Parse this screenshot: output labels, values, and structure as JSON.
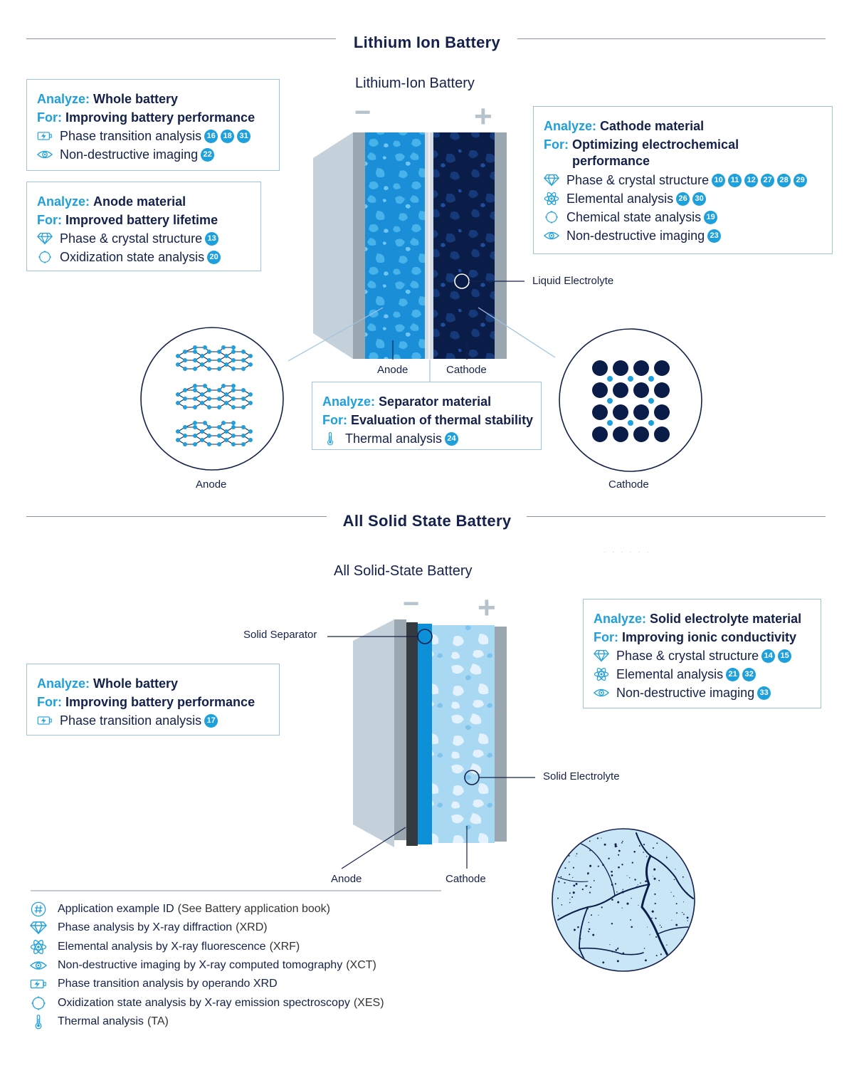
{
  "sections": {
    "li_ion": {
      "title": "Lithium Ion Battery",
      "subtitle": "Lithium-Ion Battery"
    },
    "solid": {
      "title": "All Solid State Battery",
      "subtitle": "All Solid-State Battery"
    }
  },
  "terminals": {
    "minus": "−",
    "plus": "+"
  },
  "li_boxes": {
    "whole": {
      "analyze_label": "Analyze:",
      "analyze_value": "Whole battery",
      "for_label": "For:",
      "for_value": "Improving battery performance",
      "items": [
        {
          "icon": "phase-transition-icon",
          "text": "Phase transition analysis",
          "badges": [
            "16",
            "18",
            "31"
          ]
        },
        {
          "icon": "eye-icon",
          "text": "Non-destructive imaging",
          "badges": [
            "22"
          ]
        }
      ]
    },
    "anode": {
      "analyze_label": "Analyze:",
      "analyze_value": "Anode material",
      "for_label": "For:",
      "for_value": "Improved battery lifetime",
      "items": [
        {
          "icon": "diamond-icon",
          "text": "Phase & crystal structure",
          "badges": [
            "13"
          ]
        },
        {
          "icon": "oxidization-icon",
          "text": "Oxidization state analysis",
          "badges": [
            "20"
          ]
        }
      ]
    },
    "cathode": {
      "analyze_label": "Analyze:",
      "analyze_value": "Cathode material",
      "for_label": "For:",
      "for_value": "Optimizing electrochemical",
      "for_value_2": "performance",
      "items": [
        {
          "icon": "diamond-icon",
          "text": "Phase & crystal structure",
          "badges": [
            "10",
            "11",
            "12",
            "27",
            "28",
            "29"
          ]
        },
        {
          "icon": "atom-icon",
          "text": "Elemental analysis",
          "badges": [
            "26",
            "30"
          ]
        },
        {
          "icon": "oxidization-icon",
          "text": "Chemical state analysis",
          "badges": [
            "19"
          ]
        },
        {
          "icon": "eye-icon",
          "text": "Non-destructive imaging",
          "badges": [
            "23"
          ]
        }
      ]
    },
    "separator": {
      "analyze_label": "Analyze:",
      "analyze_value": "Separator material",
      "for_label": "For:",
      "for_value": "Evaluation of thermal stability",
      "items": [
        {
          "icon": "thermometer-icon",
          "text": "Thermal analysis",
          "badges": [
            "24"
          ]
        }
      ]
    }
  },
  "li_labels": {
    "anode_cell": "Anode",
    "cathode_cell": "Cathode",
    "liquid_electrolyte": "Liquid Electrolyte",
    "anode_circle": "Anode",
    "cathode_circle": "Cathode"
  },
  "solid_boxes": {
    "whole": {
      "analyze_label": "Analyze:",
      "analyze_value": "Whole battery",
      "for_label": "For:",
      "for_value": "Improving battery performance",
      "items": [
        {
          "icon": "phase-transition-icon",
          "text": "Phase transition analysis",
          "badges": [
            "17"
          ]
        }
      ]
    },
    "electrolyte": {
      "analyze_label": "Analyze:",
      "analyze_value": "Solid electrolyte material",
      "for_label": "For:",
      "for_value": "Improving ionic conductivity",
      "items": [
        {
          "icon": "diamond-icon",
          "text": "Phase & crystal structure",
          "badges": [
            "14",
            "15"
          ]
        },
        {
          "icon": "atom-icon",
          "text": "Elemental analysis",
          "badges": [
            "21",
            "32"
          ]
        },
        {
          "icon": "eye-icon",
          "text": "Non-destructive imaging",
          "badges": [
            "33"
          ]
        }
      ]
    }
  },
  "solid_labels": {
    "solid_separator": "Solid Separator",
    "solid_electrolyte": "Solid Electrolyte",
    "anode": "Anode",
    "cathode": "Cathode"
  },
  "legend": [
    {
      "icon": "hash-icon",
      "text": "Application example ID",
      "paren": "(See Battery application book)"
    },
    {
      "icon": "diamond-icon",
      "text": "Phase analysis by X-ray diffraction",
      "paren": "(XRD)"
    },
    {
      "icon": "atom-icon",
      "text": "Elemental analysis by X-ray fluorescence",
      "paren": "(XRF)"
    },
    {
      "icon": "eye-icon",
      "text": "Non-destructive imaging by X-ray computed tomography",
      "paren": "(XCT)"
    },
    {
      "icon": "phase-transition-icon",
      "text": "Phase transition analysis by operando XRD",
      "paren": ""
    },
    {
      "icon": "oxidization-icon",
      "text": "Oxidization state analysis by X-ray emission spectroscopy",
      "paren": "(XES)"
    },
    {
      "icon": "thermometer-icon",
      "text": "Thermal analysis",
      "paren": "(TA)"
    }
  ],
  "colors": {
    "accent": "#1ea0dc",
    "navy": "#14214b",
    "border": "#9ec3e0"
  }
}
